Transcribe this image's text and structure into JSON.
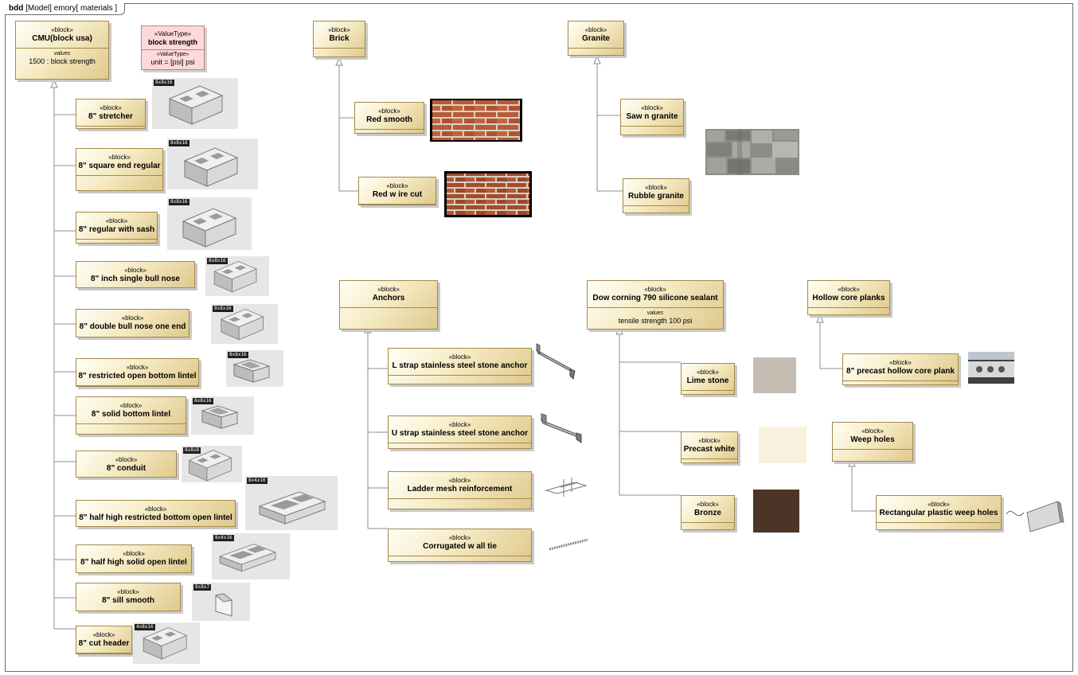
{
  "frame": {
    "kind": "bdd",
    "title": "[Model] emory[ materials ]"
  },
  "colors": {
    "block_fill": "#f3e6b8",
    "block_border": "#a38a4c",
    "value_type_fill": "#fdd9d9",
    "line": "#8c8c8c"
  },
  "blocks": {
    "cmu": {
      "stereotype": "«block»",
      "name": "CMU(block usa)",
      "compartment": "values",
      "value": "1500 : block strength"
    },
    "value_type": {
      "stereotype": "«ValueType»",
      "name": "block strength",
      "compartment": "«ValueType»",
      "value": "unit = [psi] psi"
    },
    "cmu_children": [
      {
        "stereotype": "«block»",
        "name": "8\" stretcher",
        "image_label": "8x8x16"
      },
      {
        "stereotype": "«block»",
        "name": "8\" square end regular",
        "image_label": "8x8x16"
      },
      {
        "stereotype": "«block»",
        "name": "8\" regular with sash",
        "image_label": "8x8x16"
      },
      {
        "stereotype": "«block»",
        "name": "8\" inch single bull nose",
        "image_label": "8x8x16"
      },
      {
        "stereotype": "«block»",
        "name": "8\"  double bull nose one end",
        "image_label": "8x8x16"
      },
      {
        "stereotype": "«block»",
        "name": "8\" restricted open bottom lintel",
        "image_label": "8x8x16"
      },
      {
        "stereotype": "«block»",
        "name": "8\" solid bottom lintel",
        "image_label": "8x8x16"
      },
      {
        "stereotype": "«block»",
        "name": "8\" conduit",
        "image_label": "8x8x8"
      },
      {
        "stereotype": "«block»",
        "name": "8\" half high restricted bottom open lintel",
        "image_label": "8x4x16"
      },
      {
        "stereotype": "«block»",
        "name": "8\" half high solid open lintel",
        "image_label": "8x4x16"
      },
      {
        "stereotype": "«block»",
        "name": "8\" sill smooth",
        "image_label": "8x8x7"
      },
      {
        "stereotype": "«block»",
        "name": "8\" cut header",
        "image_label": "4x8x16"
      }
    ],
    "brick": {
      "stereotype": "«block»",
      "name": "Brick"
    },
    "brick_children": [
      {
        "stereotype": "«block»",
        "name": "Red smooth"
      },
      {
        "stereotype": "«block»",
        "name": "Red w ire cut"
      }
    ],
    "granite": {
      "stereotype": "«block»",
      "name": "Granite"
    },
    "granite_children": [
      {
        "stereotype": "«block»",
        "name": "Saw n granite"
      },
      {
        "stereotype": "«block»",
        "name": "Rubble granite"
      }
    ],
    "anchors": {
      "stereotype": "«block»",
      "name": "Anchors"
    },
    "anchor_children": [
      {
        "stereotype": "«block»",
        "name": "L strap stainless steel stone anchor"
      },
      {
        "stereotype": "«block»",
        "name": "U strap stainless steel stone anchor"
      },
      {
        "stereotype": "«block»",
        "name": "Ladder mesh reinforcement"
      },
      {
        "stereotype": "«block»",
        "name": "Corrugated w all tie"
      }
    ],
    "sealant": {
      "stereotype": "«block»",
      "name": "Dow corning 790 silicone sealant",
      "compartment": "values",
      "value": "tensile strength 100 psi"
    },
    "sealant_children": [
      {
        "stereotype": "«block»",
        "name": "Lime stone",
        "swatch": "#c5bdb2"
      },
      {
        "stereotype": "«block»",
        "name": "Precast white",
        "swatch": "#f8f1de"
      },
      {
        "stereotype": "«block»",
        "name": "Bronze",
        "swatch": "#4a3526"
      }
    ],
    "hollow": {
      "stereotype": "«block»",
      "name": "Hollow core planks"
    },
    "hollow_child": {
      "stereotype": "«block»",
      "name": "8\" precast hollow core plank"
    },
    "weep": {
      "stereotype": "«block»",
      "name": "Weep holes"
    },
    "weep_child": {
      "stereotype": "«block»",
      "name": "Rectangular plastic weep holes"
    }
  }
}
